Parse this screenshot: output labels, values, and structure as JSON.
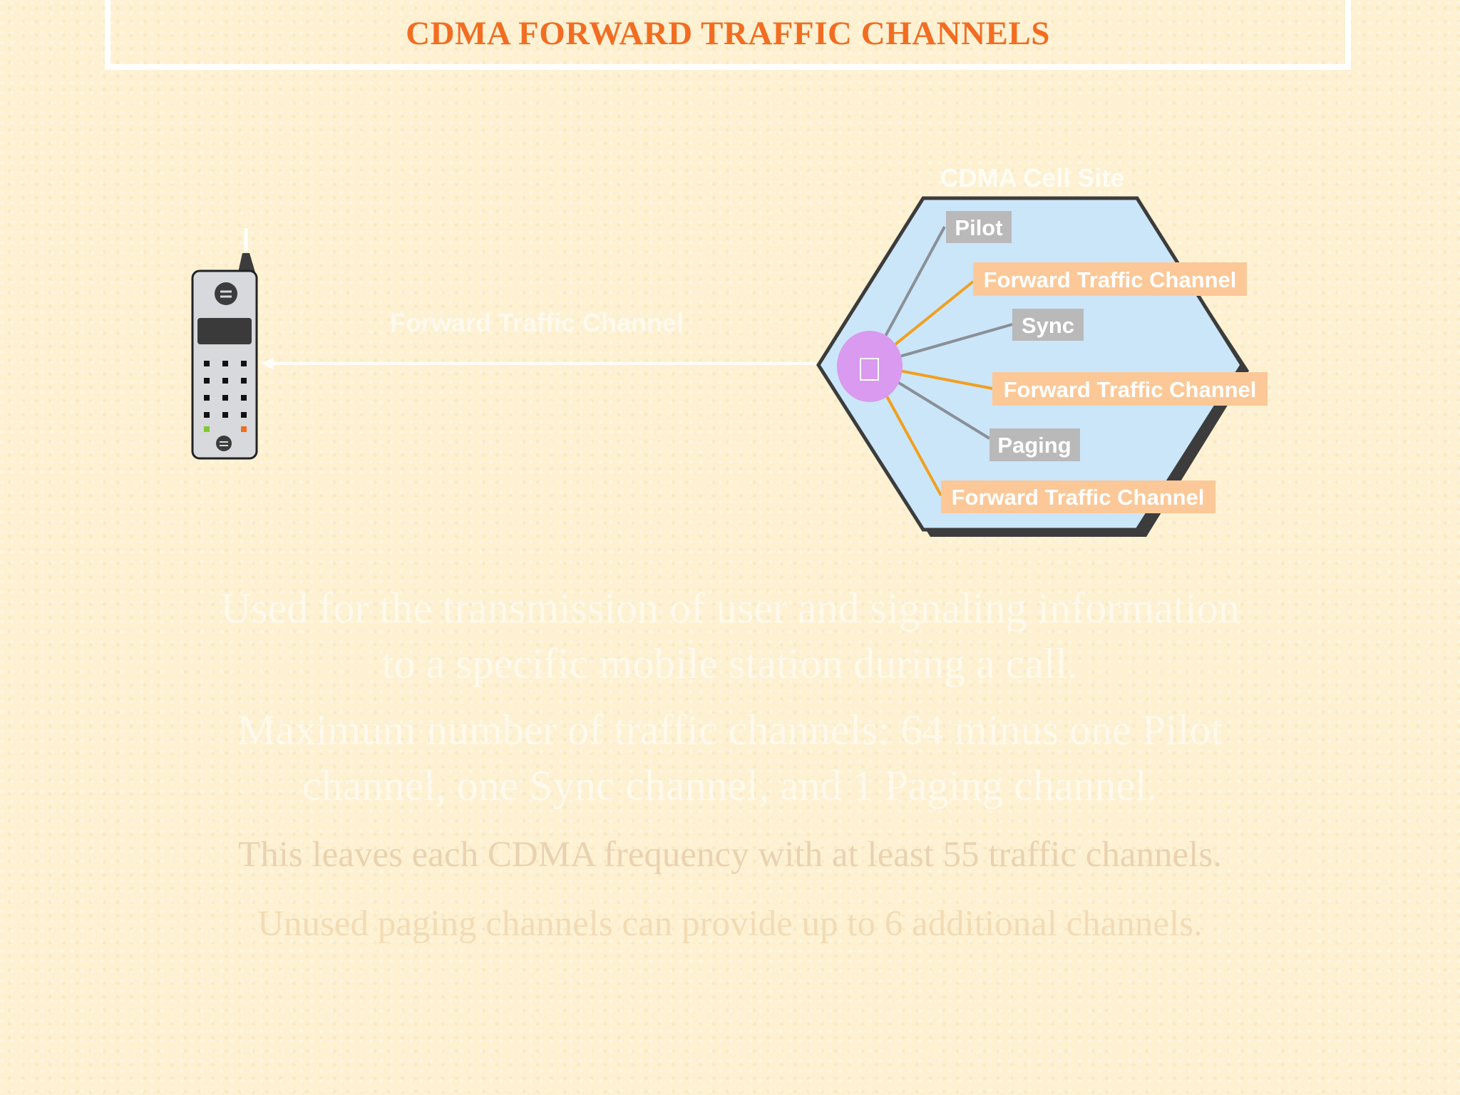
{
  "slide": {
    "title": "CDMA FORWARD TRAFFIC CHANNELS"
  },
  "diagram": {
    "cell_site_label": "CDMA Cell Site",
    "link_label": "Forward Traffic Channel",
    "channels": [
      {
        "label": "Pilot",
        "kind": "control"
      },
      {
        "label": "Forward Traffic Channel",
        "kind": "traffic"
      },
      {
        "label": "Sync",
        "kind": "control"
      },
      {
        "label": "Forward Traffic Channel",
        "kind": "traffic"
      },
      {
        "label": "Paging",
        "kind": "control"
      },
      {
        "label": "Forward Traffic Channel",
        "kind": "traffic"
      }
    ],
    "colors": {
      "control": "#b9b9b9",
      "traffic": "#fcc897",
      "traffic_line": "#f0a020",
      "control_line": "#8a8f96",
      "cell_fill": "#cbe6f9",
      "node": "#d99af0"
    },
    "icons": [
      "mobile-phone-icon",
      "base-station-node-icon"
    ]
  },
  "text": {
    "line1": "Used for the transmission of user and signaling information",
    "line2": "to a specific mobile station during a call.",
    "line3": "Maximum number of  traffic channels: 64 minus one Pilot",
    "line4": "channel, one Sync channel,  and 1 Paging channel.",
    "line5": "This leaves each CDMA frequency with at least 55 traffic channels.",
    "line6": "Unused paging channels can provide up to 6 additional channels."
  }
}
